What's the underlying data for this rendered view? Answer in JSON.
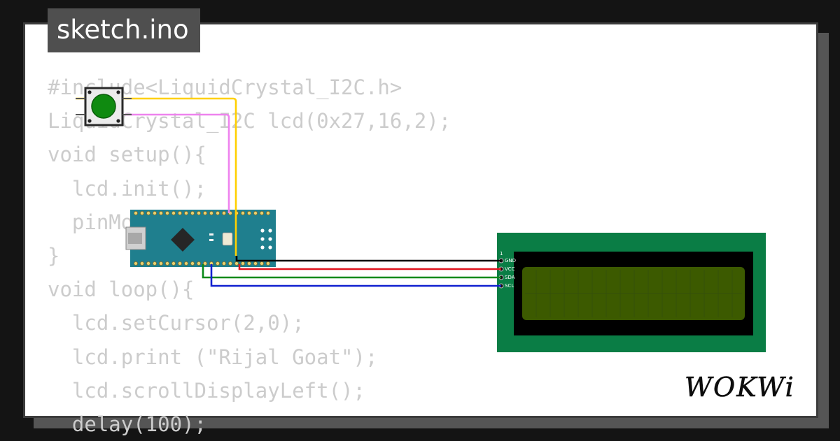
{
  "tab": {
    "filename": "sketch.ino"
  },
  "code": {
    "lines": [
      "#include<LiquidCrystal_I2C.h>",
      "LiquidCrystal_I2C lcd(0x27,16,2);",
      "void setup(){",
      "  lcd.init();",
      "  pinMode(2,INPUT);",
      "}",
      "void loop(){",
      "  lcd.setCursor(2,0);",
      "  lcd.print (\"Rijal Goat\");",
      "  lcd.scrollDisplayLeft();",
      "  delay(100);"
    ]
  },
  "circuit": {
    "lcd_pins": [
      "GND",
      "VCC",
      "SDA",
      "SCL"
    ],
    "lcd_pin_number": "1",
    "wire_colors": {
      "gnd": "#000000",
      "vcc": "#e0141e",
      "sda": "#0a8a19",
      "scl": "#1020d0",
      "button_a": "#ffd000",
      "button_b": "#ee82ee"
    },
    "colors": {
      "lcd_board": "#0a7d45",
      "lcd_screen": "#3c5a00",
      "nano_board": "#1f7f8e",
      "button_cap": "#0f8a10"
    }
  },
  "brand": {
    "logo_text": "WOKWi"
  }
}
